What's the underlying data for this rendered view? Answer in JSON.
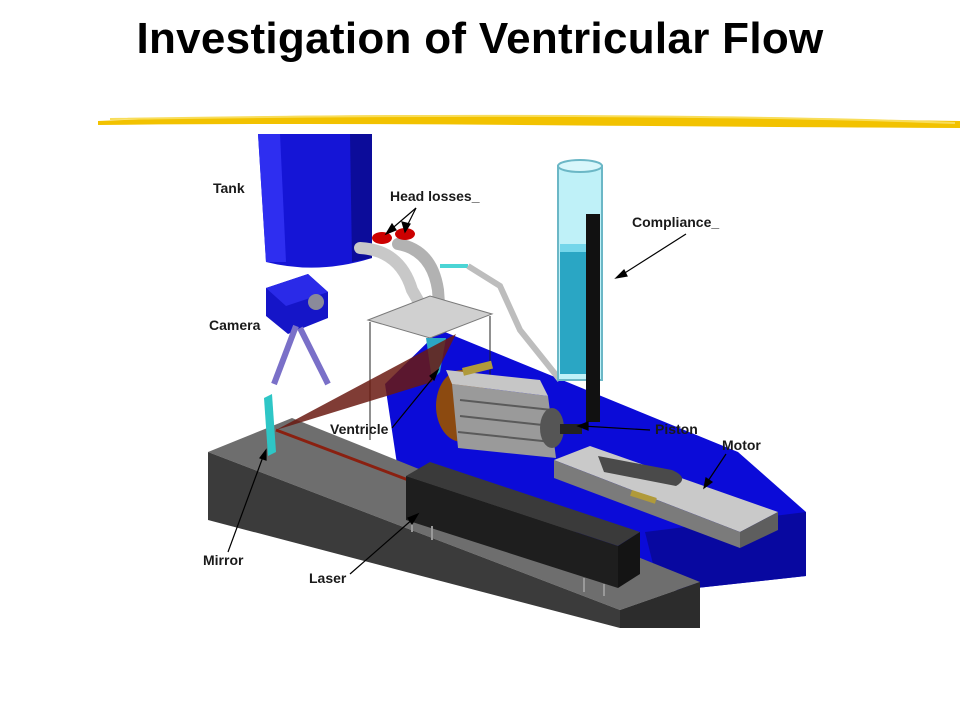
{
  "slide": {
    "title": "Investigation of Ventricular Flow"
  },
  "labels": {
    "tank": "Tank",
    "head_losses": "Head losses_",
    "compliance": "Compliance_",
    "camera": "Camera",
    "ventricle": "Ventricle",
    "piston": "Piston",
    "motor": "Motor",
    "mirror": "Mirror",
    "laser": "Laser"
  },
  "colors": {
    "accent_rule": "#f2c200",
    "tank_blue": "#1515d6",
    "floor_blue": "#0b0bd8",
    "bench_gray": "#4a4a4a",
    "compliance_water": "#2aa6c4"
  }
}
